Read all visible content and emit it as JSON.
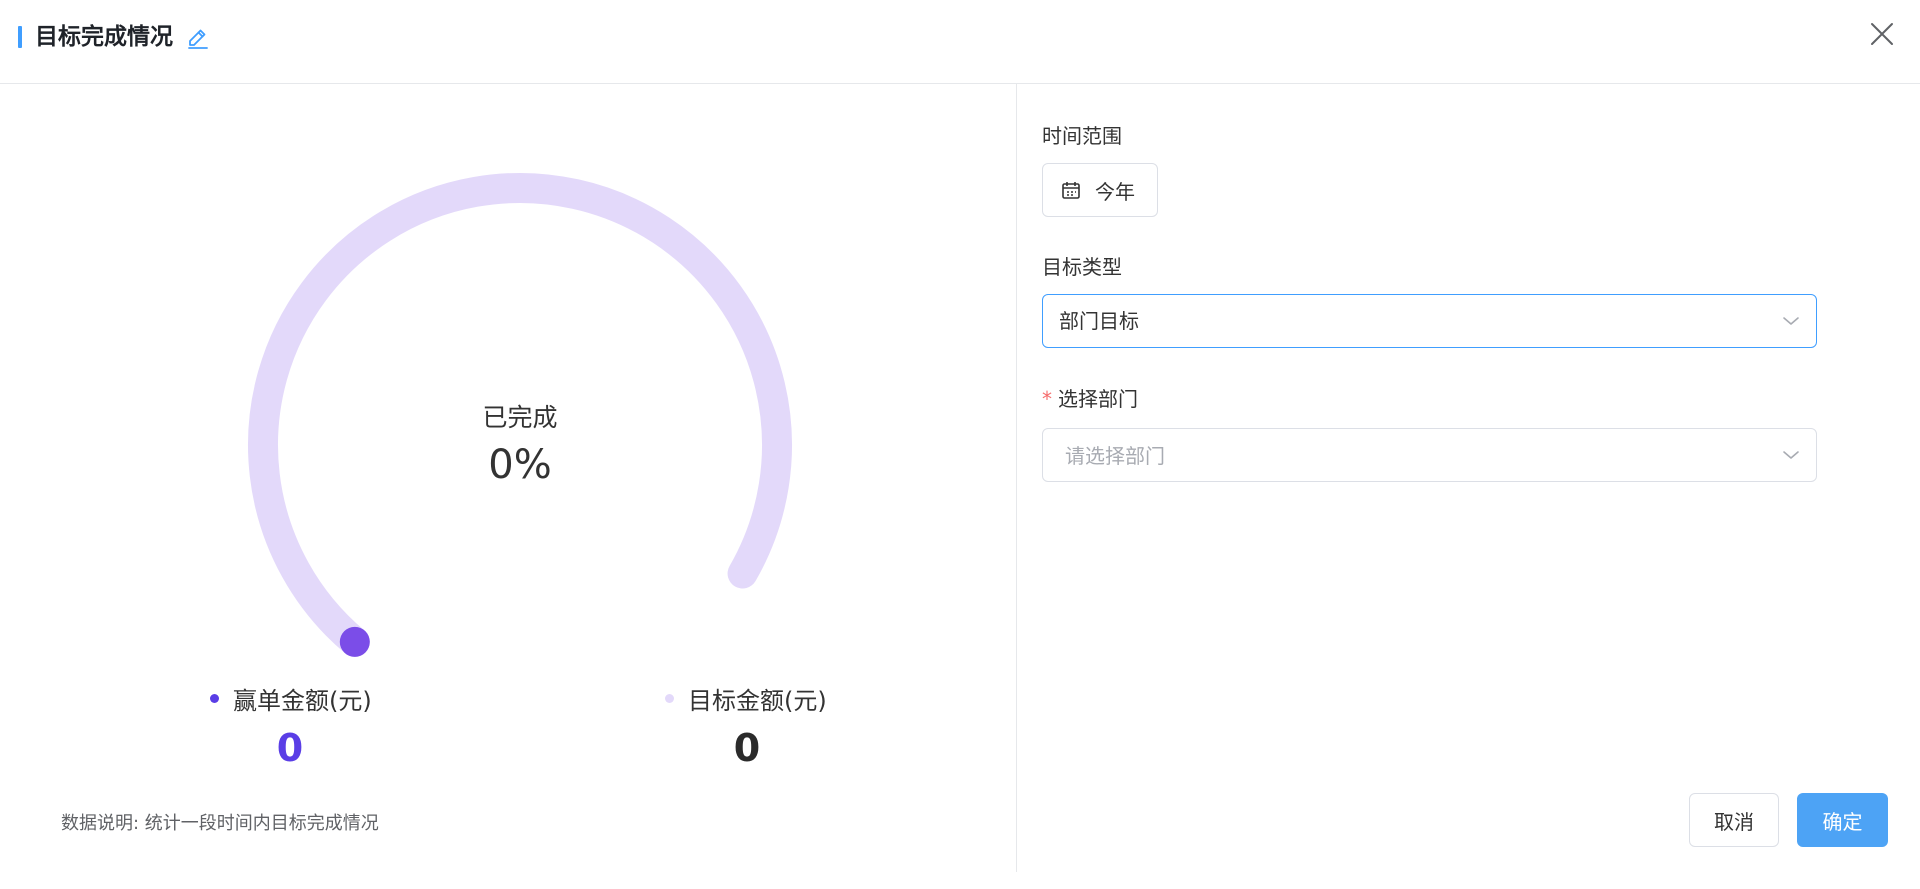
{
  "dialog": {
    "title": "目标完成情况",
    "edit_icon": "pencil-icon",
    "close_icon": "close-icon"
  },
  "gauge": {
    "center_label": "已完成",
    "center_value": "0%",
    "progress": 0,
    "track_color": "#e3d9fa",
    "progress_color": "#7b4de8"
  },
  "legend": {
    "won": {
      "label": "赢单金额(元)",
      "value": "0",
      "color": "#5a3ee6"
    },
    "target": {
      "label": "目标金额(元)",
      "value": "0",
      "color": "#e3d9fa"
    }
  },
  "note": "数据说明: 统计一段时间内目标完成情况",
  "form": {
    "time_range": {
      "label": "时间范围",
      "value": "今年",
      "icon": "calendar-icon"
    },
    "target_type": {
      "label": "目标类型",
      "value": "部门目标"
    },
    "department": {
      "required_mark": "*",
      "label": "选择部门",
      "placeholder": "请选择部门"
    }
  },
  "buttons": {
    "cancel": "取消",
    "confirm": "确定"
  },
  "colors": {
    "primary": "#409eff",
    "accent": "#5a3ee6"
  }
}
